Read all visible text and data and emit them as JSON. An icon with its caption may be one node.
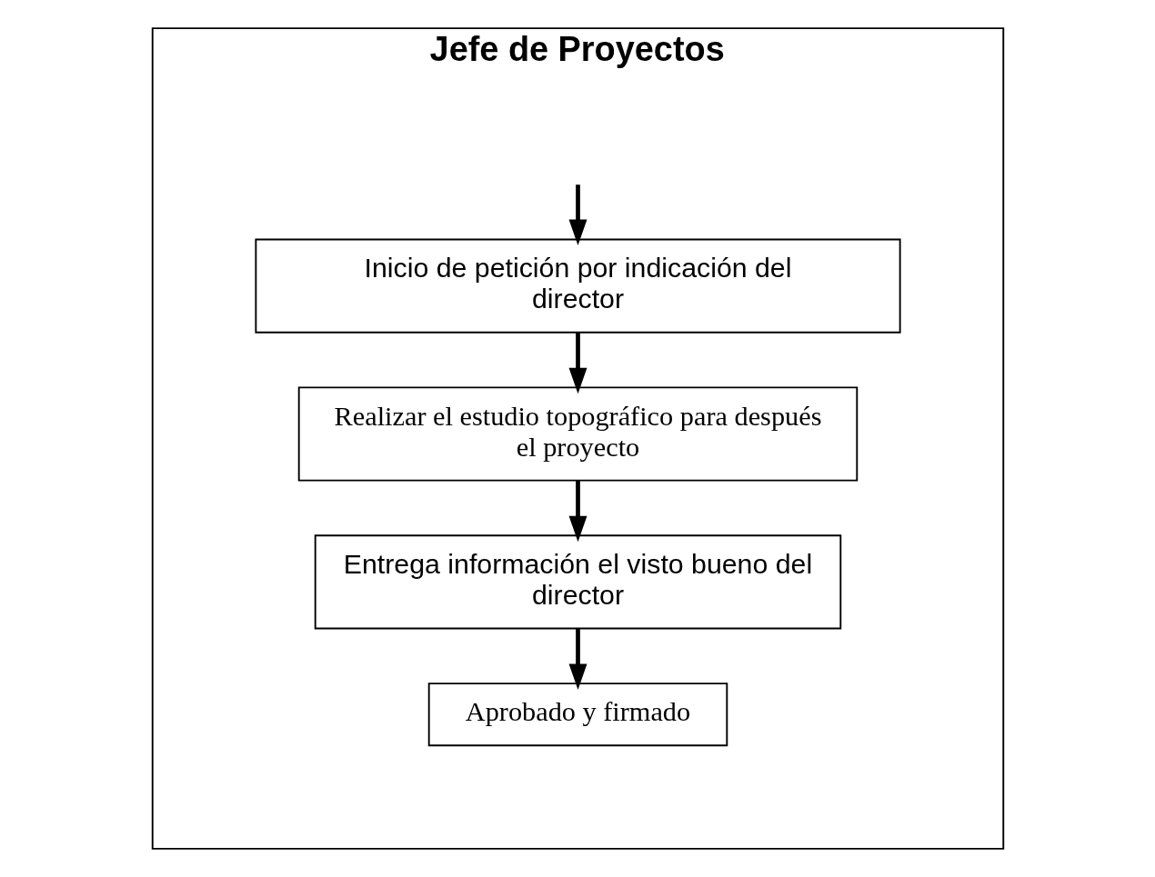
{
  "diagram": {
    "nodes": [
      {
        "text": [
          "Jefe de Proyectos"
        ]
      },
      {
        "text": [
          "Inicio de petición por indicación del director"
        ],
        "in": 0
      },
      {
        "text": [
          "Realizar el estudio topográfico para después el proyecto"
        ],
        "in": 0
      },
      {
        "text": [
          "Entrega información el visto bueno del director"
        ],
        "in": 0
      },
      {
        "text": [
          "Aprobado y firmado"
        ],
        "in": 0
      }
    ],
    "edges": [
      {
        "from": null,
        "to": 1,
        "arrow": "to"
      },
      {
        "from": 1,
        "to": 2,
        "arrow": "to"
      },
      {
        "from": 2,
        "to": 3,
        "arrow": "to"
      },
      {
        "from": 3,
        "to": 4,
        "arrow": "to"
      }
    ]
  }
}
